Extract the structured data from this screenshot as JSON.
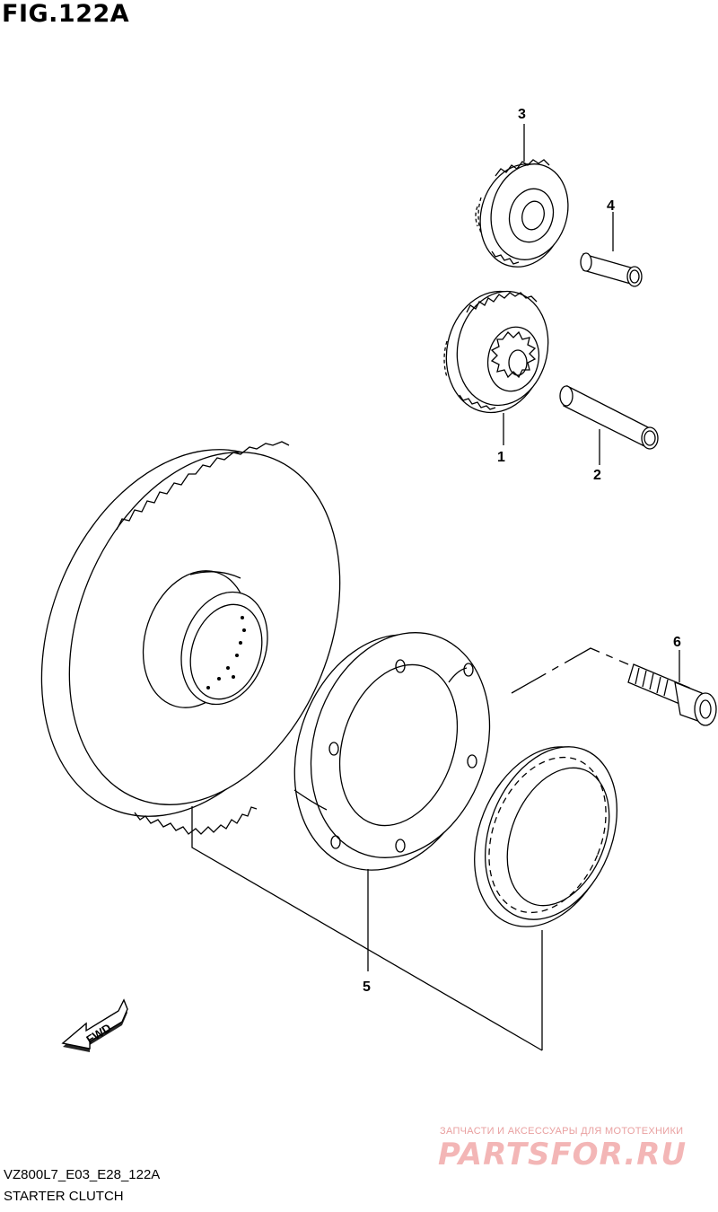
{
  "figure": {
    "title": "FIG.122A",
    "code": "VZ800L7_E03_E28_122A",
    "name": "STARTER CLUTCH",
    "direction_label": "FWD"
  },
  "callouts": [
    {
      "id": "1",
      "part": "gear-1"
    },
    {
      "id": "2",
      "part": "shaft-2"
    },
    {
      "id": "3",
      "part": "gear-3"
    },
    {
      "id": "4",
      "part": "shaft-4"
    },
    {
      "id": "5",
      "part": "starter-clutch-assembly-5"
    },
    {
      "id": "6",
      "part": "bolt-6"
    }
  ],
  "watermark": {
    "tagline": "ЗАПЧАСТИ И АКСЕССУАРЫ ДЛЯ МОТОТЕХНИКИ",
    "logo": "PARTSFOR.RU"
  }
}
